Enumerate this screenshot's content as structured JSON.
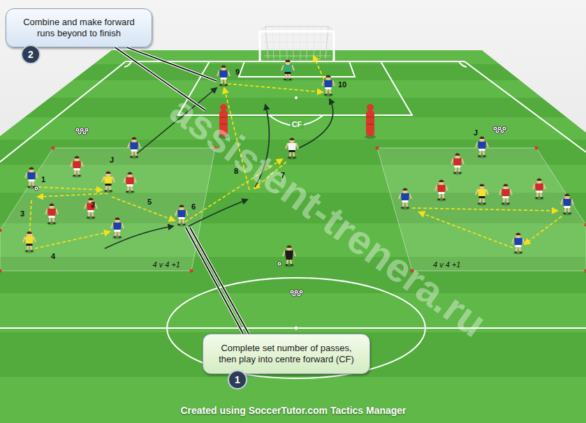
{
  "diagram": {
    "nodes": [
      {
        "text": [
          "Combine and make forward runs beyond to finish"
        ]
      },
      {
        "text": [
          "2"
        ]
      },
      {
        "text": [
          "4 v 4 +1"
        ]
      },
      {
        "text": [
          "4 v 4 +1"
        ]
      },
      {
        "text": [
          "Complete set number of passes, then play into centre forward (CF)"
        ]
      },
      {
        "text": [
          "1"
        ]
      }
    ],
    "labels": [
      "9",
      "10",
      "CF",
      "J",
      "8",
      "7",
      "J",
      "1",
      "2",
      "3",
      "5",
      "6",
      "4",
      "Created using SoccerTutor.com Tactics Manager",
      "assistent-trenera.ru"
    ]
  }
}
